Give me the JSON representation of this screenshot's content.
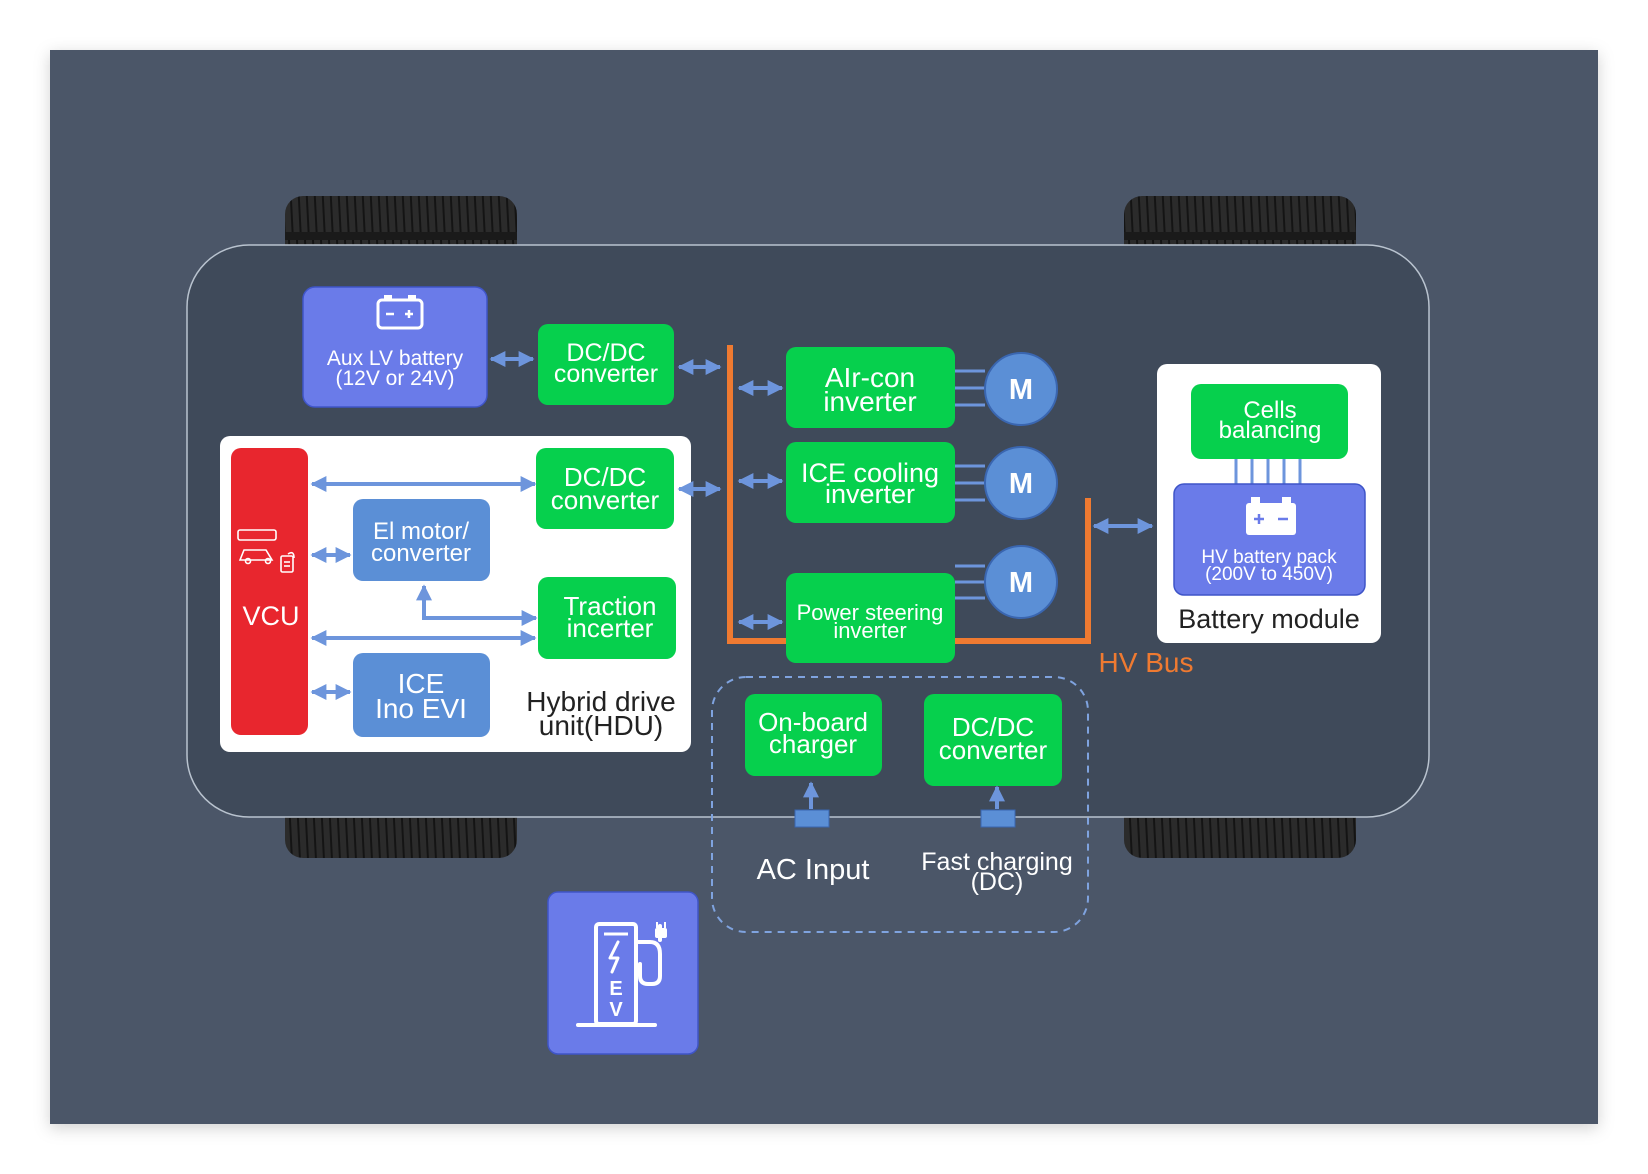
{
  "aux_battery": {
    "line1": "Aux LV battery",
    "line2": "(12V or 24V)",
    "icon": "battery-icon"
  },
  "dcdc_top": {
    "line1": "DC/DC",
    "line2": "converter"
  },
  "hdu": {
    "title_line1": "Hybrid drive",
    "title_line2": "unit(HDU)",
    "vcu": "VCU",
    "vcu_icon": "vehicle-control-icon",
    "dcdc": {
      "line1": "DC/DC",
      "line2": "converter"
    },
    "el_motor": {
      "line1": "El motor/",
      "line2": "converter"
    },
    "traction": {
      "line1": "Traction",
      "line2": "incerter"
    },
    "ice": {
      "line1": "ICE",
      "line2": "Ino EVI"
    }
  },
  "inverters": {
    "aircon": {
      "line1": "AIr-con",
      "line2": "inverter"
    },
    "ice_cooling": {
      "line1": "ICE cooling",
      "line2": "inverter"
    },
    "power_steering": {
      "line1": "Power steering",
      "line2": "inverter"
    },
    "motor_label": "M"
  },
  "hv_bus": "HV Bus",
  "battery_module": {
    "title": "Battery module",
    "cells": {
      "line1": "Cells",
      "line2": "balancing"
    },
    "pack": {
      "line1": "HV battery pack",
      "line2": "(200V to 450V)",
      "icon": "battery-icon"
    }
  },
  "charging": {
    "onboard": {
      "line1": "On-board",
      "line2": "charger"
    },
    "dcdc": {
      "line1": "DC/DC",
      "line2": "converter"
    },
    "ac_input": "AC Input",
    "fast_line1": "Fast charging",
    "fast_line2": "(DC)"
  },
  "ev_station": {
    "icon": "ev-charging-station-icon",
    "letters": [
      "E",
      "V"
    ]
  },
  "colors": {
    "background": "#4b5768",
    "green": "#06d04d",
    "blue_box": "#6a7be9",
    "motor_blue": "#5b8fd6",
    "vcu_red": "#e8262e",
    "hv_bus": "#ef7a31",
    "arrow": "#6d95dc"
  }
}
